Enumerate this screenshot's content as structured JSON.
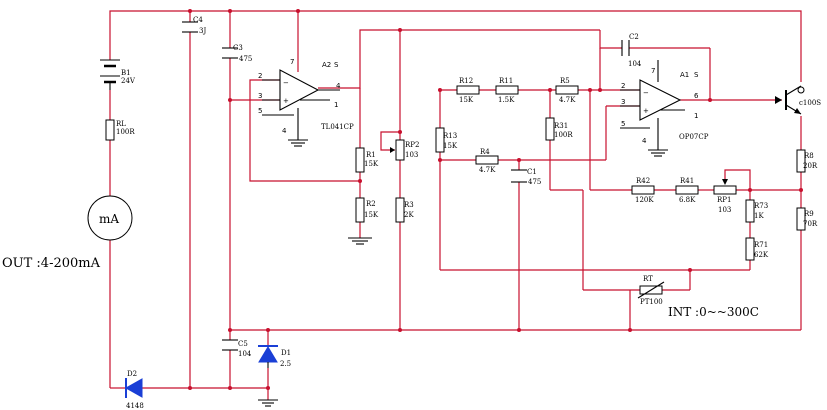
{
  "labels": {
    "battery": {
      "ref": "B1",
      "value": "24V"
    },
    "rl": {
      "ref": "RL",
      "value": "100R"
    },
    "meter": "mA",
    "out": "OUT :4-200mA",
    "c4": {
      "ref": "C4",
      "value": "3J"
    },
    "c3": {
      "ref": "C3",
      "value": "475"
    },
    "a2": {
      "ref": "A2",
      "pin_s": "S",
      "pin4": "4",
      "pin1": "1",
      "pin2": "2",
      "pin3": "3",
      "pin5": "5",
      "pin7": "7",
      "pin4b": "4",
      "part": "TL041CP"
    },
    "r1": {
      "ref": "R1",
      "value": "15K"
    },
    "r2": {
      "ref": "R2",
      "value": "15K"
    },
    "rp2": {
      "ref": "RP2",
      "value": "103"
    },
    "r3": {
      "ref": "R3",
      "value": "2K"
    },
    "c5": {
      "ref": "C5",
      "value": "104"
    },
    "d1": {
      "ref": "D1",
      "value": "2.5"
    },
    "d2": {
      "ref": "D2",
      "value": "4148"
    },
    "r12": {
      "ref": "R12",
      "value": "15K"
    },
    "r11": {
      "ref": "R11",
      "value": "1.5K"
    },
    "r5": {
      "ref": "R5",
      "value": "4.7K"
    },
    "r31": {
      "ref": "R31",
      "value": "100R"
    },
    "r13": {
      "ref": "R13",
      "value": "15K"
    },
    "r4": {
      "ref": "R4",
      "value": "4.7K"
    },
    "c1": {
      "ref": "C1",
      "value": "475"
    },
    "c2": {
      "ref": "C2",
      "value": "104"
    },
    "a1": {
      "ref": "A1",
      "pin_s": "S",
      "pin6": "6",
      "pin1": "1",
      "pin2": "2",
      "pin3": "3",
      "pin5": "5",
      "pin7": "7",
      "pin4": "4",
      "part": "OP07CP"
    },
    "q": {
      "value": "c100S"
    },
    "r42": {
      "ref": "R42",
      "value": "120K"
    },
    "r41": {
      "ref": "R41",
      "value": "6.8K"
    },
    "rp1": {
      "ref": "RP1",
      "value": "103"
    },
    "r73": {
      "ref": "R73",
      "value": "1K"
    },
    "r71": {
      "ref": "R71",
      "value": "62K"
    },
    "rt": {
      "ref": "RT",
      "value": "PT100"
    },
    "r8": {
      "ref": "R8",
      "value": "20R"
    },
    "r9": {
      "ref": "R9",
      "value": "70R"
    },
    "int": "INT :0~~300C"
  }
}
